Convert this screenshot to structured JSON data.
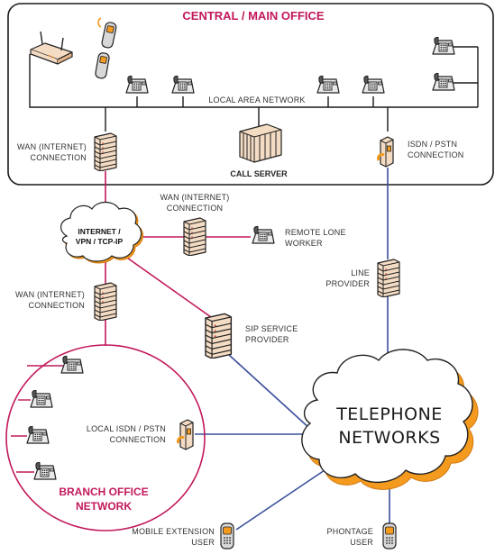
{
  "colors": {
    "accent": "#c2185b",
    "link_pink": "#c2185b",
    "link_blue": "#3a4f9c",
    "cloud_fill": "#f39a1f",
    "server_fill": "#f4dcc4",
    "outline": "#222222"
  },
  "central_office": {
    "title": "CENTRAL / MAIN OFFICE",
    "lan_label": "LOCAL AREA NETWORK",
    "wan_label_1": "WAN (INTERNET)",
    "wan_label_2": "CONNECTION",
    "call_server_label": "CALL SERVER",
    "isdn_label_1": "ISDN / PSTN",
    "isdn_label_2": "CONNECTION"
  },
  "internet_cloud": {
    "line_1": "INTERNET /",
    "line_2": "VPN / TCP-IP"
  },
  "remote": {
    "wan_label_1": "WAN (INTERNET)",
    "wan_label_2": "CONNECTION",
    "worker_label_1": "REMOTE LONE",
    "worker_label_2": "WORKER"
  },
  "branch": {
    "wan_label_1": "WAN (INTERNET)",
    "wan_label_2": "CONNECTION",
    "title_1": "BRANCH OFFICE",
    "title_2": "NETWORK",
    "local_isdn_1": "LOCAL ISDN / PSTN",
    "local_isdn_2": "CONNECTION"
  },
  "sip": {
    "label_1": "SIP SERVICE",
    "label_2": "PROVIDER"
  },
  "line_provider": {
    "label_1": "LINE",
    "label_2": "PROVIDER"
  },
  "telephone_cloud": {
    "line_1": "TELEPHONE",
    "line_2": "NETWORKS"
  },
  "mobile": {
    "label_1": "MOBILE EXTENSION",
    "label_2": "USER"
  },
  "phontage": {
    "label_1": "PHONTAGE",
    "label_2": "USER"
  },
  "icons": [
    "wireless-router-icon",
    "cordless-phone-icon",
    "desk-phone-icon",
    "server-rack-icon",
    "call-server-icon",
    "isdn-gateway-icon",
    "mobile-phone-icon",
    "cloud-icon"
  ]
}
